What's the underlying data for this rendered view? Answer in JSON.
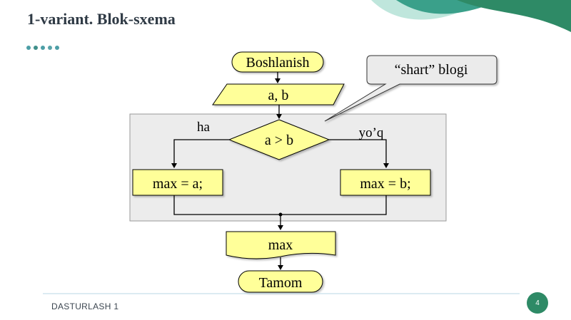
{
  "slide": {
    "title": "1-variant. Blok-sxema",
    "footer": "DASTURLASH 1",
    "page_number": "4"
  },
  "flowchart": {
    "start": "Boshlanish",
    "input": "a, b",
    "condition": "a > b",
    "yes_label": "ha",
    "no_label": "yo’q",
    "yes_action": "max = a;",
    "no_action": "max = b;",
    "output": "max",
    "end": "Tamom",
    "callout": "“shart” blogi"
  },
  "colors": {
    "block_fill": "#ffff99",
    "condition_area": "#ececec",
    "accent_teal": "#3aa08a",
    "accent_green": "#2e8a66",
    "title_color": "#2f3a45"
  }
}
